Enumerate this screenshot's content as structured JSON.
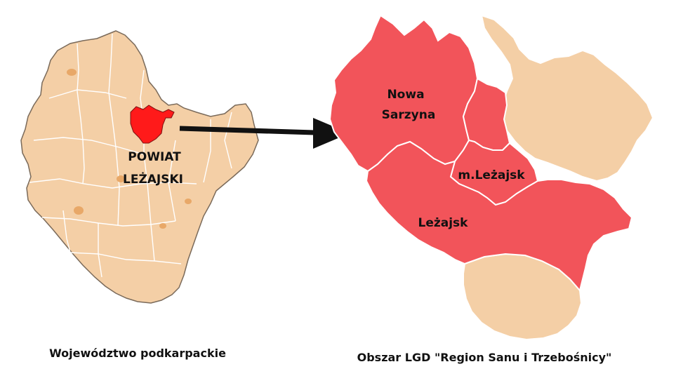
{
  "left_map": {
    "highlight_label_line1": "POWIAT",
    "highlight_label_line2": "LEŻAJSKI",
    "caption": "Województwo podkarpackie"
  },
  "right_map": {
    "regions": {
      "nowa_sarzyna_line1": "Nowa",
      "nowa_sarzyna_line2": "Sarzyna",
      "m_lezajsk": "m.Leżajsk",
      "lezajsk": "Leżajsk"
    },
    "caption": "Obszar LGD \"Region Sanu i Trzebośnicy\""
  },
  "colors": {
    "land": "#f4cfa6",
    "land_border": "#ffffff",
    "land_outline": "#7a6a5a",
    "highlight": "#ff1a1a",
    "lgd_region": "#f2545a",
    "arrow": "#111111",
    "text": "#111111"
  }
}
